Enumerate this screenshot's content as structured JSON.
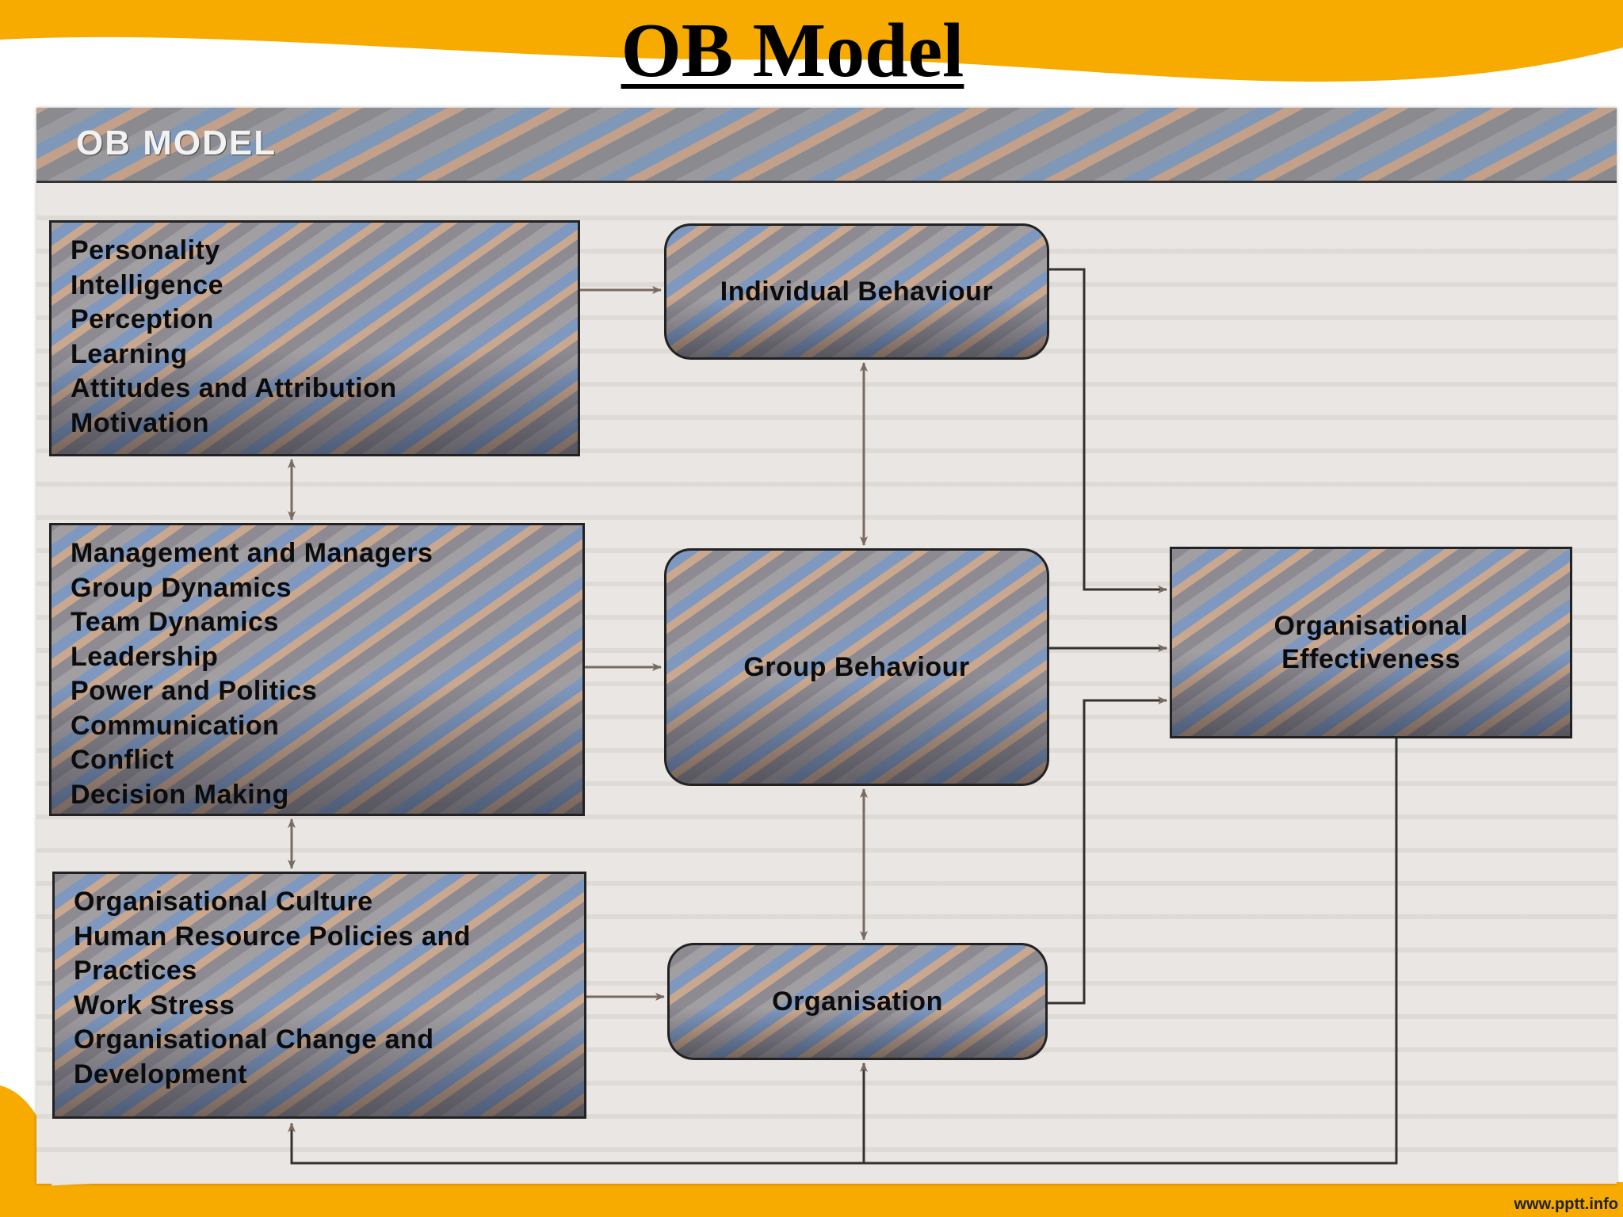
{
  "slide": {
    "title": "OB Model"
  },
  "scan": {
    "header": "OB MODEL"
  },
  "inputs": {
    "individual": [
      "Personality",
      "Intelligence",
      "Perception",
      "Learning",
      "Attitudes and Attribution",
      "Motivation"
    ],
    "group": [
      "Management and Managers",
      "Group Dynamics",
      "Team Dynamics",
      "Leadership",
      "Power and Politics",
      "Communication",
      "Conflict",
      "Decision Making"
    ],
    "organisation": [
      "Organisational Culture",
      "Human Resource Policies and",
      "Practices",
      "Work Stress",
      "Organisational Change and",
      "Development"
    ]
  },
  "nodes": {
    "individual": "Individual Behaviour",
    "group": "Group Behaviour",
    "organisation": "Organisation",
    "effectiveness_line1": "Organisational",
    "effectiveness_line2": "Effectiveness"
  },
  "footer": {
    "url": "www.pptt.info"
  },
  "colors": {
    "wave": "#f7ab00",
    "line": "#333333",
    "arrow": "#7a6a60"
  }
}
